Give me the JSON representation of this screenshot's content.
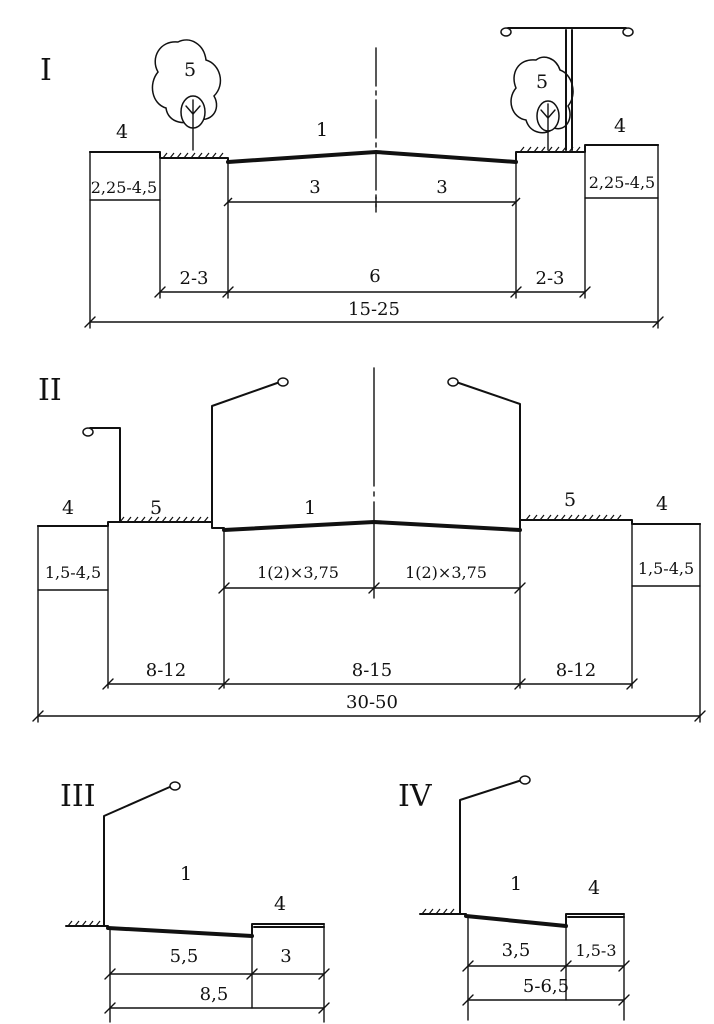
{
  "sections": {
    "I": {
      "roman": "I",
      "labels": {
        "carriageway": "1",
        "sidewalk_left": "4",
        "sidewalk_right": "4",
        "green_left": "5",
        "green_right": "5"
      },
      "dims": {
        "sidewalk_left": "2,25-4,5",
        "sidewalk_right": "2,25-4,5",
        "lane_left": "3",
        "lane_right": "3",
        "green_left": "2-3",
        "road": "6",
        "green_right": "2-3",
        "total": "15-25"
      }
    },
    "II": {
      "roman": "II",
      "labels": {
        "carriageway": "1",
        "sidewalk_left": "4",
        "sidewalk_right": "4",
        "green_left": "5",
        "green_right": "5"
      },
      "dims": {
        "sidewalk_left": "1,5-4,5",
        "sidewalk_right": "1,5-4,5",
        "lanes_left": "1(2)×3,75",
        "lanes_right": "1(2)×3,75",
        "green_left": "8-12",
        "road": "8-15",
        "green_right": "8-12",
        "total": "30-50"
      }
    },
    "III": {
      "roman": "III",
      "labels": {
        "carriageway": "1",
        "sidewalk": "4"
      },
      "dims": {
        "road": "5,5",
        "sidewalk": "3",
        "total": "8,5"
      }
    },
    "IV": {
      "roman": "IV",
      "labels": {
        "carriageway": "1",
        "sidewalk": "4"
      },
      "dims": {
        "road": "3,5",
        "sidewalk": "1,5-3",
        "total": "5-6,5"
      }
    }
  }
}
